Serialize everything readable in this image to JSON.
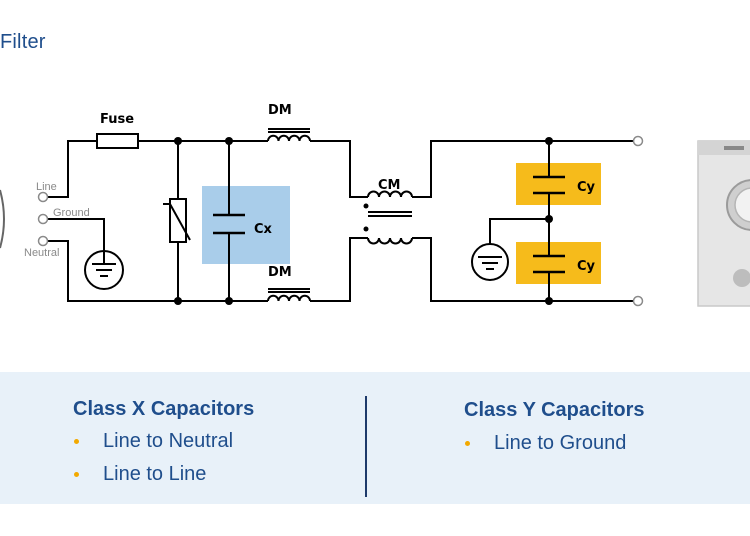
{
  "header": {
    "title": "Filter"
  },
  "schematic": {
    "labels": {
      "fuse": "Fuse",
      "dm_top": "DM",
      "dm_bottom": "DM",
      "cm": "CM",
      "cx": "Cx",
      "cy_top": "Cy",
      "cy_bottom": "Cy",
      "line": "Line",
      "ground": "Ground",
      "neutral": "Neutral"
    },
    "colors": {
      "cx_box": "#a9cdea",
      "cy_box": "#f6bb1b",
      "wire": "#000000"
    }
  },
  "panel": {
    "class_x": {
      "heading": "Class X Capacitors",
      "items": [
        "Line to Neutral",
        "Line to Line"
      ]
    },
    "class_y": {
      "heading": "Class Y Capacitors",
      "items": [
        "Line to Ground"
      ]
    },
    "colors": {
      "background": "#e8f1f9",
      "text": "#1f4e8c",
      "bullet": "#f2a900"
    }
  }
}
